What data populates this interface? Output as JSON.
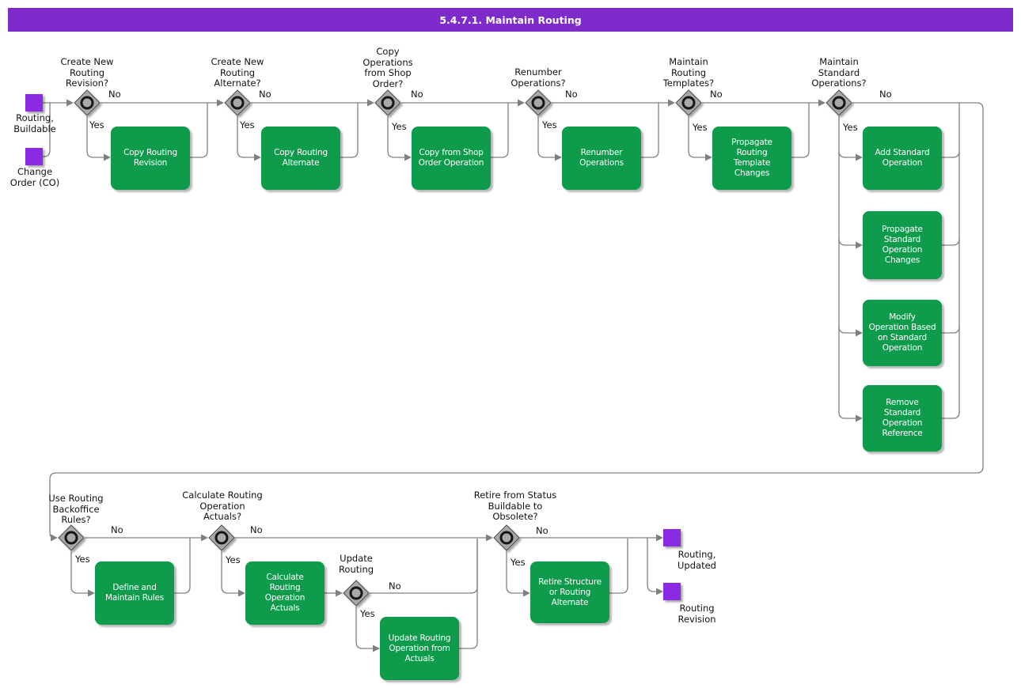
{
  "title": "5.4.7.1. Maintain Routing",
  "colors": {
    "header_bg": "#7D2BCB",
    "activity_green": "#0F9B4C",
    "event_purple": "#8A2BE2",
    "connector_gray": "#808080"
  },
  "start_events": [
    {
      "label": "Routing,\nBuildable"
    },
    {
      "label": "Change\nOrder (CO)"
    }
  ],
  "end_events": [
    {
      "label": "Routing,\nUpdated"
    },
    {
      "label": "Routing\nRevision"
    }
  ],
  "decisions": [
    {
      "question": "Create New\nRouting\nRevision?",
      "yes": "Yes",
      "no": "No"
    },
    {
      "question": "Create New\nRouting\nAlternate?",
      "yes": "Yes",
      "no": "No"
    },
    {
      "question": "Copy\nOperations\nfrom Shop\nOrder?",
      "yes": "Yes",
      "no": "No"
    },
    {
      "question": "Renumber\nOperations?",
      "yes": "Yes",
      "no": "No"
    },
    {
      "question": "Maintain\nRouting\nTemplates?",
      "yes": "Yes",
      "no": "No"
    },
    {
      "question": "Maintain\nStandard\nOperations?",
      "yes": "Yes",
      "no": "No"
    },
    {
      "question": "Use Routing\nBackoffice\nRules?",
      "yes": "Yes",
      "no": "No"
    },
    {
      "question": "Calculate Routing\nOperation\nActuals?",
      "yes": "Yes",
      "no": "No"
    },
    {
      "question": "Update\nRouting",
      "yes": "Yes",
      "no": "No"
    },
    {
      "question": "Retire from Status\nBuildable to\nObsolete?",
      "yes": "Yes",
      "no": "No"
    }
  ],
  "activities": [
    {
      "label": "Copy Routing\nRevision"
    },
    {
      "label": "Copy Routing\nAlternate"
    },
    {
      "label": "Copy from Shop\nOrder Operation"
    },
    {
      "label": "Renumber\nOperations"
    },
    {
      "label": "Propagate\nRouting\nTemplate\nChanges"
    },
    {
      "label": "Add Standard\nOperation"
    },
    {
      "label": "Propagate\nStandard\nOperation\nChanges"
    },
    {
      "label": "Modify\nOperation Based\non Standard\nOperation"
    },
    {
      "label": "Remove\nStandard\nOperation\nReference"
    },
    {
      "label": "Define and\nMaintain Rules"
    },
    {
      "label": "Calculate\nRouting\nOperation\nActuals"
    },
    {
      "label": "Update Routing\nOperation from\nActuals"
    },
    {
      "label": "Retire Structure\nor Routing\nAlternate"
    }
  ]
}
